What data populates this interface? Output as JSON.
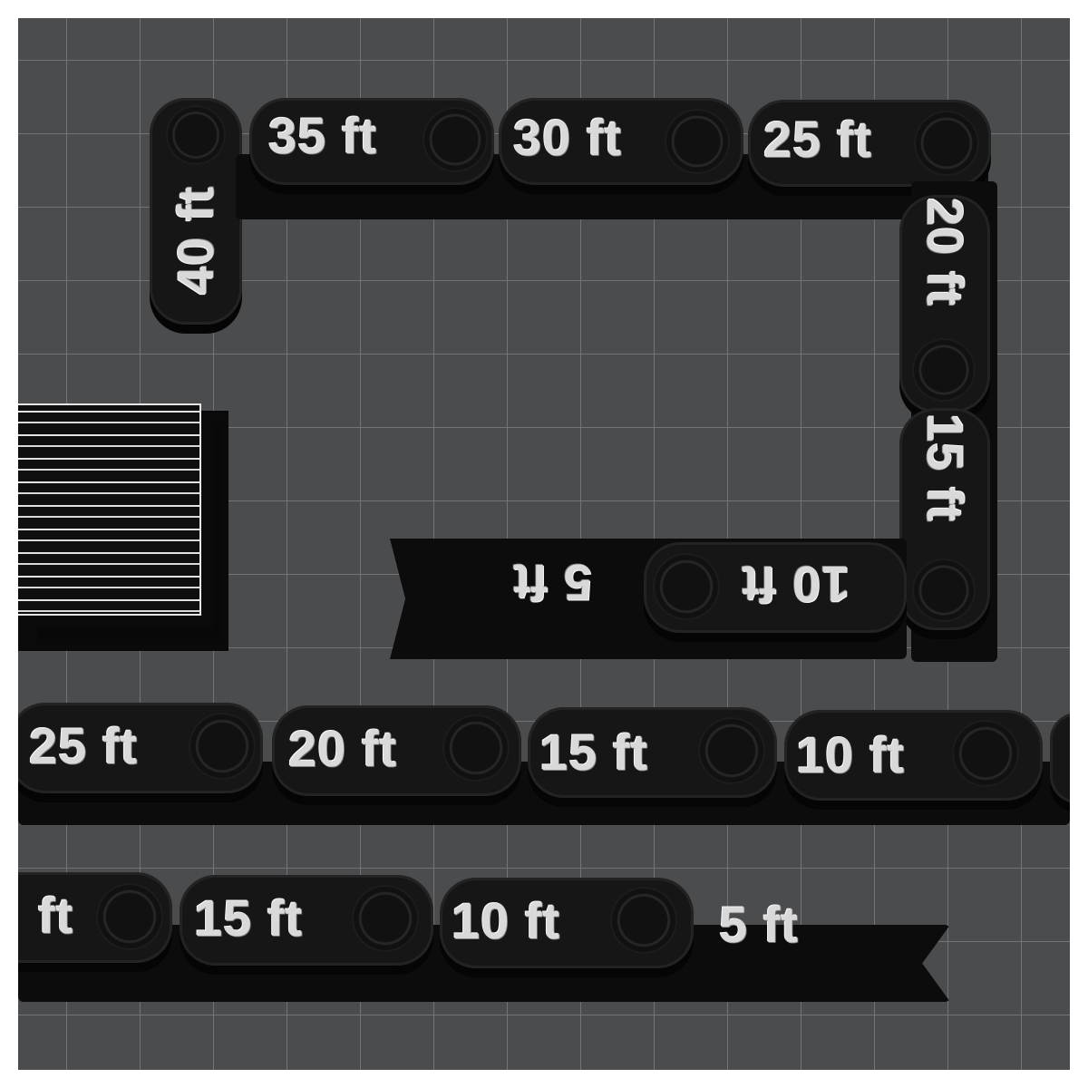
{
  "scene": {
    "background_color": "#4b4c4e",
    "grid_color": "#76787c",
    "filament_color": "#121212",
    "text_color": "#d9d9d9"
  },
  "top_chain": {
    "labels": [
      "40 ft",
      "35 ft",
      "30 ft",
      "25 ft",
      "20 ft",
      "15 ft",
      "10 ft",
      "5 ft"
    ]
  },
  "middle_chain": {
    "labels": [
      "25 ft",
      "20 ft",
      "15 ft",
      "10 ft"
    ]
  },
  "bottom_chain": {
    "labels": [
      "ft",
      "15 ft",
      "10 ft",
      "5 ft"
    ]
  }
}
